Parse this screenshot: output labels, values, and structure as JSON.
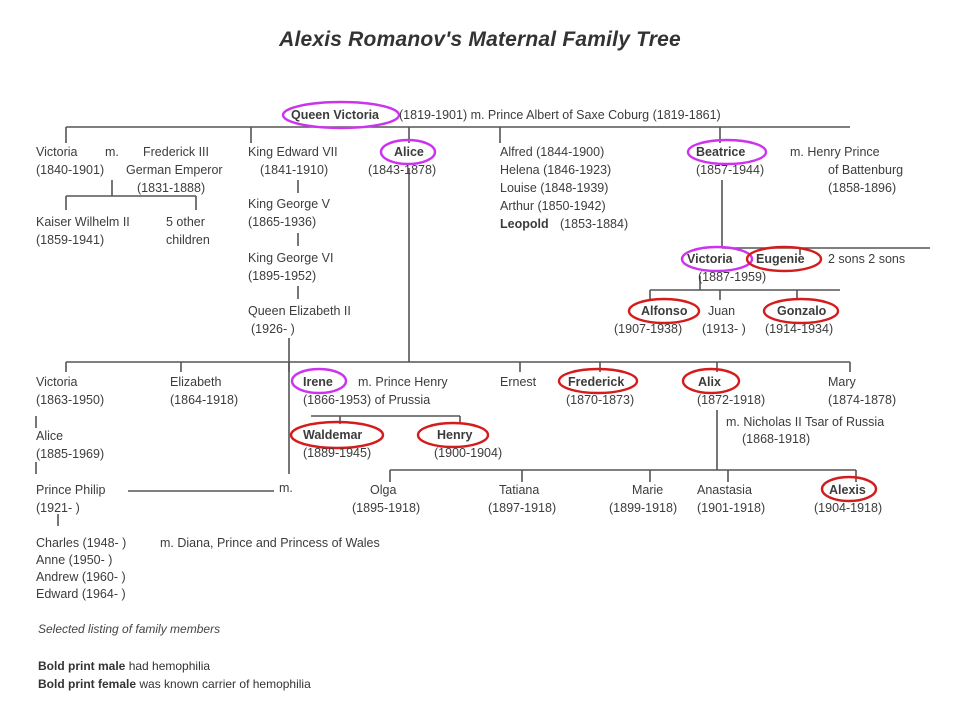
{
  "title": "Alexis Romanov's Maternal Family Tree",
  "colors": {
    "carrier_oval": "#cc33ee",
    "hemophilia_oval": "#d41c1c"
  },
  "top": {
    "name": "Queen Victoria",
    "rest": "(1819-1901) m. Prince Albert of Saxe Coburg (1819-1861)"
  },
  "gen2": {
    "victoria_name": "Victoria",
    "victoria_m": "m.",
    "victoria_years": "(1840-1901)",
    "frederick_name": "Frederick III",
    "frederick_title": "German Emperor",
    "frederick_years": "(1831-1888)",
    "kaiser_name": "Kaiser Wilhelm II",
    "kaiser_years": "(1859-1941)",
    "others_a": "5 other",
    "others_b": "children",
    "edward_name": "King Edward VII",
    "edward_years": "(1841-1910)",
    "george5_name": "King George V",
    "george5_years": "(1865-1936)",
    "george6_name": "King George VI",
    "george6_years": "(1895-1952)",
    "elizabeth_name": "Queen Elizabeth II",
    "elizabeth_years": "(1926-   )",
    "alice_name": "Alice",
    "alice_years": "(1843-1878)",
    "alfred": "Alfred (1844-1900)",
    "helena": "Helena (1846-1923)",
    "louise": "Louise (1848-1939)",
    "arthur": "Arthur (1850-1942)",
    "leopold_name": "Leopold",
    "leopold_years": "(1853-1884)",
    "beatrice_name": "Beatrice",
    "beatrice_years": "(1857-1944)",
    "henry_a": "m. Henry Prince",
    "henry_b": "of Battenburg",
    "henry_c": "(1858-1896)",
    "ve_name_a": "Victoria",
    "ve_name_b": "Eugenie",
    "ve_years": "(1887-1959)",
    "sons": "2 sons 2 sons",
    "alfonso_name": "Alfonso",
    "alfonso_years": "(1907-1938)",
    "juan_name": "Juan",
    "juan_years": "(1913-  )",
    "gonzalo_name": "Gonzalo",
    "gonzalo_years": "(1914-1934)"
  },
  "gen3": {
    "victoria_name": "Victoria",
    "victoria_years": "(1863-1950)",
    "alice_name": "Alice",
    "alice_years": "(1885-1969)",
    "philip_name": "Prince Philip",
    "philip_m": "m.",
    "philip_years": "(1921-     )",
    "charles": "Charles (1948-    )",
    "charles_m": "m. Diana, Prince and Princess of Wales",
    "anne": "Anne     (1950-    )",
    "andrew": "Andrew (1960-    )",
    "edward": "Edward (1964-    )",
    "elizabeth_name": "Elizabeth",
    "elizabeth_years": "(1864-1918)",
    "irene_name": "Irene",
    "irene_m": "m. Prince Henry",
    "irene_years": "(1866-1953) of Prussia",
    "waldemar_name": "Waldemar",
    "waldemar_years": "(1889-1945)",
    "henry_name": "Henry",
    "henry_years": "(1900-1904)",
    "ernest_name": "Ernest",
    "frederick_name": "Frederick",
    "frederick_years": "(1870-1873)",
    "alix_name": "Alix",
    "alix_years": "(1872-1918)",
    "nicholas_a": "m. Nicholas II Tsar of Russia",
    "nicholas_b": "(1868-1918)",
    "mary_name": "Mary",
    "mary_years": "(1874-1878)",
    "olga_name": "Olga",
    "olga_years": "(1895-1918)",
    "tatiana_name": "Tatiana",
    "tatiana_years": "(1897-1918)",
    "marie_name": "Marie",
    "marie_years": "(1899-1918)",
    "anastasia_name": "Anastasia",
    "anastasia_years": "(1901-1918)",
    "alexis_name": "Alexis",
    "alexis_years": "(1904-1918)"
  },
  "legend": {
    "heading": "Selected listing of family members",
    "male_bold": "Bold print male",
    "male_rest": "had hemophilia",
    "female_bold": "Bold print female",
    "female_rest": "was known carrier of hemophilia"
  }
}
